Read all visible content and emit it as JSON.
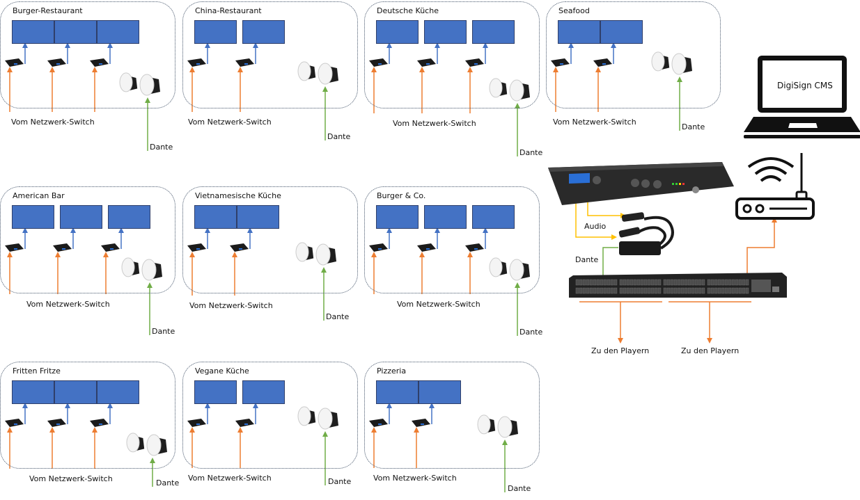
{
  "diagram": {
    "zones": [
      {
        "name": "Burger-Restaurant",
        "screens": 3,
        "screens_joined": true,
        "players": 3,
        "switch_label": "Vom Netzwerk-Switch",
        "dante_label": "Dante"
      },
      {
        "name": "China-Restaurant",
        "screens": 2,
        "screens_joined": false,
        "players": 2,
        "switch_label": "Vom Netzwerk-Switch",
        "dante_label": "Dante"
      },
      {
        "name": "Deutsche Küche",
        "screens": 3,
        "screens_joined": false,
        "players": 3,
        "switch_label": "Vom Netzwerk-Switch",
        "dante_label": "Dante"
      },
      {
        "name": "Seafood",
        "screens": 2,
        "screens_joined": true,
        "players": 2,
        "switch_label": "Vom Netzwerk-Switch",
        "dante_label": "Dante"
      },
      {
        "name": "American Bar",
        "screens": 3,
        "screens_joined": false,
        "players": 3,
        "switch_label": "Vom Netzwerk-Switch",
        "dante_label": "Dante"
      },
      {
        "name": "Vietnamesische Küche",
        "screens": 2,
        "screens_joined": true,
        "players": 2,
        "switch_label": "Vom Netzwerk-Switch",
        "dante_label": "Dante"
      },
      {
        "name": "Burger & Co.",
        "screens": 3,
        "screens_joined": false,
        "players": 3,
        "switch_label": "Vom Netzwerk-Switch",
        "dante_label": "Dante"
      },
      {
        "name": "Fritten Fritze",
        "screens": 3,
        "screens_joined": true,
        "players": 3,
        "switch_label": "Vom Netzwerk-Switch",
        "dante_label": "Dante"
      },
      {
        "name": "Vegane Küche",
        "screens": 2,
        "screens_joined": false,
        "players": 2,
        "switch_label": "Vom Netzwerk-Switch",
        "dante_label": "Dante"
      },
      {
        "name": "Pizzeria",
        "screens": 2,
        "screens_joined": true,
        "players": 2,
        "switch_label": "Vom Netzwerk-Switch",
        "dante_label": "Dante"
      }
    ],
    "central": {
      "cms_label": "DigiSign CMS",
      "audio_label": "Audio",
      "dante_label": "Dante",
      "players_label_left": "Zu den Playern",
      "players_label_right": "Zu den Playern"
    },
    "colors": {
      "screen": "#4472c4",
      "video_link": "#4472c4",
      "network_link": "#ed7d31",
      "dante_link": "#70ad47",
      "audio_link": "#ffc000"
    }
  }
}
